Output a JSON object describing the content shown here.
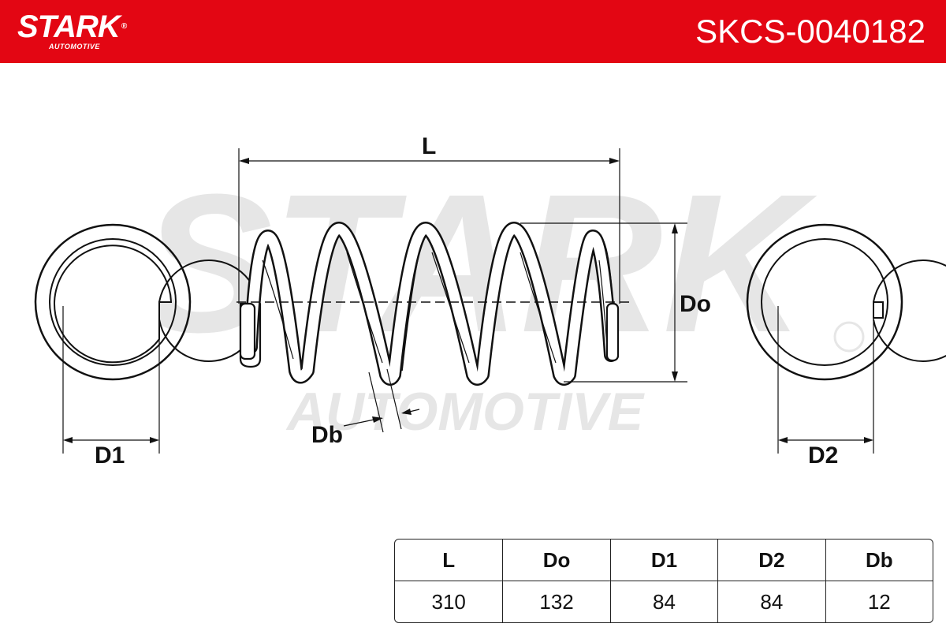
{
  "header": {
    "brand": "STARK",
    "brand_sub": "AUTOMOTIVE",
    "part_number": "SKCS-0040182",
    "color": "#e30613"
  },
  "watermark": {
    "main": "STARK",
    "sub": "AUTOMOTIVE"
  },
  "diagram": {
    "labels": {
      "length": "L",
      "outer_diameter": "Do",
      "wire_diameter": "Db",
      "end_diameter_1": "D1",
      "end_diameter_2": "D2"
    }
  },
  "spec_table": {
    "headers": [
      "L",
      "Do",
      "D1",
      "D2",
      "Db"
    ],
    "values": [
      "310",
      "132",
      "84",
      "84",
      "12"
    ]
  }
}
